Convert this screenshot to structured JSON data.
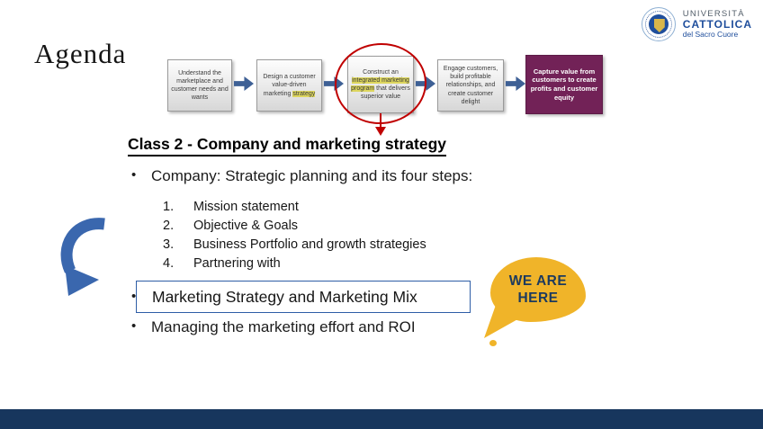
{
  "slide": {
    "title": "Agenda",
    "heading": "Class 2 - Company and marketing strategy",
    "bullet_marker": "•",
    "bullet1": "Company: Strategic planning and its four steps:",
    "bullet2": "Marketing Strategy and Marketing Mix",
    "bullet3": "Managing the marketing effort and ROI",
    "numbered_items": [
      {
        "num": "1.",
        "text": "Mission statement"
      },
      {
        "num": "2.",
        "text": "Objective & Goals"
      },
      {
        "num": "3.",
        "text": "Business Portfolio and growth strategies"
      },
      {
        "num": "4.",
        "text": "Partnering with"
      }
    ],
    "bubble": {
      "line1": "WE ARE",
      "line2": "HERE"
    }
  },
  "process_diagram": {
    "steps": [
      {
        "pre": "Understand the marketplace and customer needs and wants",
        "hl": "",
        "post": ""
      },
      {
        "pre": "Design a customer value-driven marketing ",
        "hl": "strategy",
        "post": ""
      },
      {
        "pre": "Construct an ",
        "hl": "integrated marketing program",
        "post": " that delivers superior value"
      },
      {
        "pre": "Engage customers, build profitable relationships, and create customer delight",
        "hl": "",
        "post": ""
      },
      {
        "pre": "Capture value from customers to create profits and customer equity",
        "hl": "",
        "post": ""
      }
    ]
  },
  "logo": {
    "line1": "UNIVERSITÀ",
    "line2": "CATTOLICA",
    "line3": "del Sacro Cuore"
  },
  "colors": {
    "footer_navy": "#17365d",
    "flow_arrow_blue": "#3e6095",
    "capture_step_purple": "#722257",
    "annotation_red": "#c00000",
    "bubble_yellow": "#f0b429",
    "mix_box_border_blue": "#2e5da6",
    "curved_arrow_blue": "#3a67ae",
    "logo_blue": "#1f4e9c",
    "text_highlight_yellow": "#ddd65e"
  }
}
